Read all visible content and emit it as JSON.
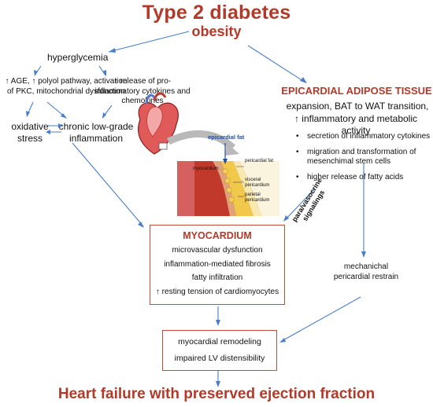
{
  "title": "Type 2 diabetes",
  "subtitle": "obesity",
  "hyperglycemia": "hyperglycemia",
  "hyper_effects": "↑ AGE, ↑ polyol pathway, activation of PKC, mitochondrial dysfunction",
  "cytokine_release": "↑ release of pro-inflammatory cytokines and chemokines",
  "oxidative_stress": "oxidative stress",
  "chronic_inflammation": "chronic low-grade inflammation",
  "eat": {
    "heading": "EPICARDIAL ADIPOSE TISSUE",
    "line1": "expansion, BAT to WAT transition,",
    "line2": "↑ inflammatory and metabolic activity",
    "bullets": [
      "secretion of inflammatory cytokines",
      "migration  and transformation of mesenchimal stem cells",
      "higher release of fatty acids"
    ]
  },
  "heart_labels": {
    "epicardial_fat": "epicardial fat",
    "myocardium": "myocardium",
    "pericardial_fat": "pericardial fat",
    "visceral_pericardium": "visceral pericardium",
    "parietal_pericardium": "parietal pericardium"
  },
  "para_label": "para/vasocrine signalings",
  "mechanical_label": "mechanichal pericardial restrain",
  "myocardium_box": {
    "heading": "MYOCARDIUM",
    "items": [
      "microvascular dysfunction",
      "inflammation-mediated fibrosis",
      "fatty infiltration",
      "↑  resting tension of cardiomyocytes"
    ]
  },
  "remodeling_box": {
    "line1": "myocardial remodeling",
    "line2": "impaired LV distensibility"
  },
  "outcome": "Heart failure with preserved ejection fraction",
  "colors": {
    "title_red": "#b23a2a",
    "arrow_blue": "#4a7ec8",
    "box_border": "#c44a3a",
    "fat_yellow": "#f2c84b",
    "muscle_red": "#c0392b"
  }
}
